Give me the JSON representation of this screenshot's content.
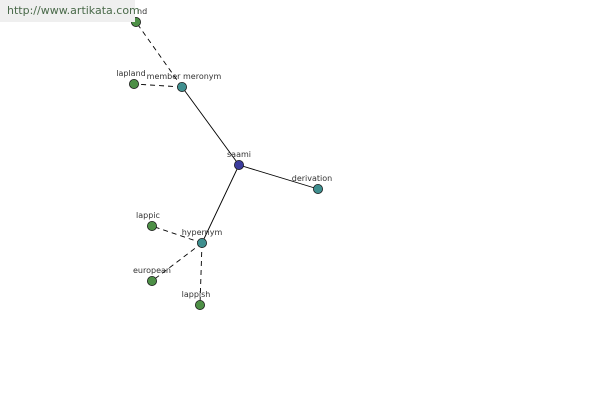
{
  "watermark": "http://www.artikata.com",
  "colors": {
    "center": "#3b3b9c",
    "relation": "#3f8f8f",
    "leaf": "#4d8f46",
    "edge": "#000000"
  },
  "nodes": [
    {
      "id": "saami",
      "label": "saami",
      "kind": "center"
    },
    {
      "id": "member-meronym",
      "label": "member meronym",
      "kind": "relation"
    },
    {
      "id": "derivation",
      "label": "derivation",
      "kind": "relation"
    },
    {
      "id": "hypernym",
      "label": "hypernym",
      "kind": "relation"
    },
    {
      "id": "finland",
      "label": "nd",
      "kind": "leaf"
    },
    {
      "id": "lapland",
      "label": "lapland",
      "kind": "leaf"
    },
    {
      "id": "lappic",
      "label": "lappic",
      "kind": "leaf"
    },
    {
      "id": "european",
      "label": "european",
      "kind": "leaf"
    },
    {
      "id": "lappish",
      "label": "lappish",
      "kind": "leaf"
    }
  ],
  "edges": [
    {
      "from": "saami",
      "to": "member-meronym",
      "style": "solid"
    },
    {
      "from": "saami",
      "to": "derivation",
      "style": "solid"
    },
    {
      "from": "saami",
      "to": "hypernym",
      "style": "solid"
    },
    {
      "from": "member-meronym",
      "to": "finland",
      "style": "dashed"
    },
    {
      "from": "member-meronym",
      "to": "lapland",
      "style": "dashed"
    },
    {
      "from": "hypernym",
      "to": "lappic",
      "style": "dashed"
    },
    {
      "from": "hypernym",
      "to": "european",
      "style": "dashed"
    },
    {
      "from": "hypernym",
      "to": "lappish",
      "style": "dashed"
    }
  ]
}
